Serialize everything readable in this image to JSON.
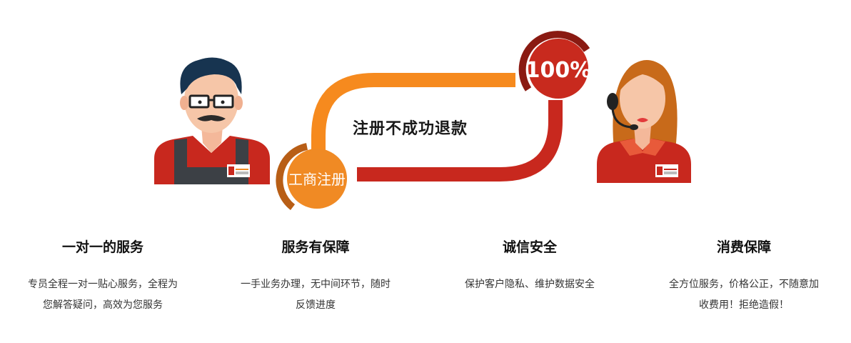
{
  "banner": {
    "headline": "注册不成功退款",
    "badge_left_text": "工商注册",
    "badge_right_text": "100%"
  },
  "features": [
    {
      "title": "一对一的服务",
      "desc_line1": "专员全程一对一贴心服务，全程为",
      "desc_line2": "您解答疑问，高效为您服务"
    },
    {
      "title": "服务有保障",
      "desc_line1": "一手业务办理，无中间环节，随时",
      "desc_line2": "反馈进度"
    },
    {
      "title": "诚信安全",
      "desc_line1": "保护客户隐私、维护数据安全",
      "desc_line2": ""
    },
    {
      "title": "消费保障",
      "desc_line1": "全方位服务，价格公正，不随意加",
      "desc_line2": "收费用！拒绝造假！"
    }
  ],
  "colors": {
    "accent_orange": "#f68a1e",
    "accent_red": "#c8281e",
    "badge_orange": "#f08a24",
    "badge_dark_orange": "#b85e16",
    "badge_red": "#c82a1e",
    "badge_dark_red": "#8a1a12"
  },
  "icons": [
    "male-staff-illustration",
    "female-agent-illustration",
    "headset-icon"
  ]
}
